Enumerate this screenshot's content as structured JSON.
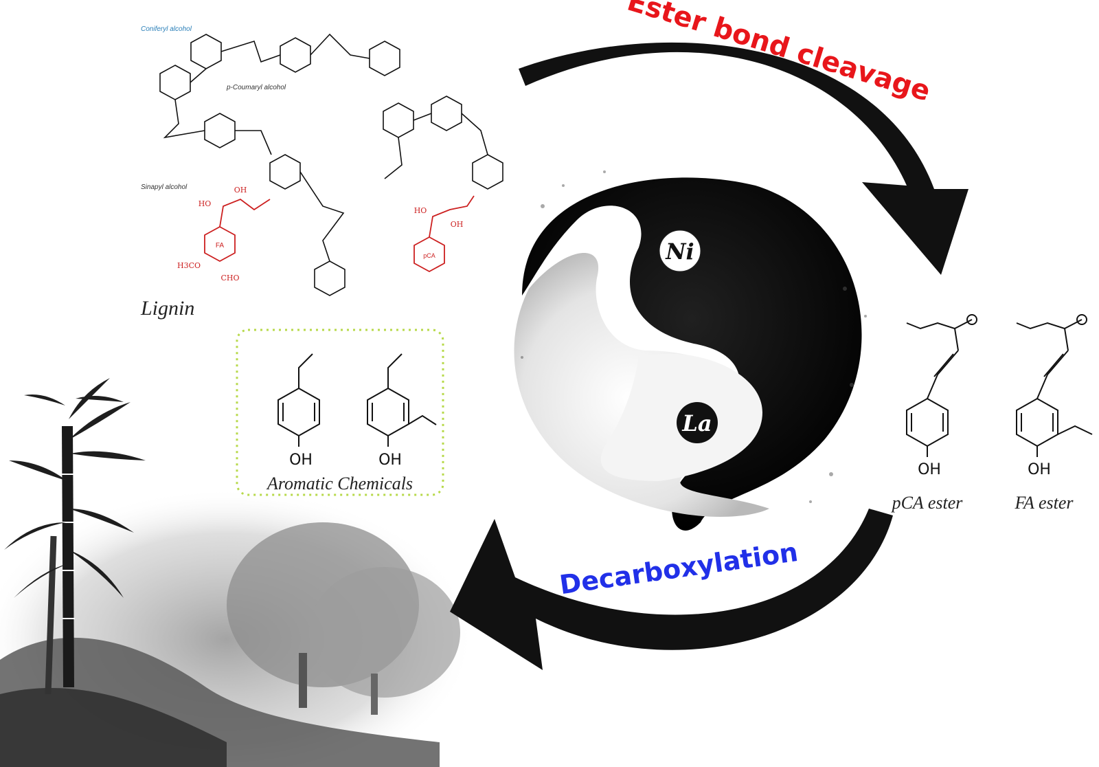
{
  "diagram": {
    "lignin_label": "Lignin",
    "aromatic_label": "Aromatic Chemicals",
    "top_arrow_label": "Ester bond cleavage",
    "bottom_arrow_label": "Decarboxylation",
    "metal_top": "Ni",
    "metal_bottom": "La",
    "ester_left_label": "pCA ester",
    "ester_right_label": "FA ester",
    "oh_label": "OH",
    "ring_label_fa": "FA",
    "ring_label_pca": "pCA",
    "substituent_oh": "OH",
    "substituent_ho": "HO",
    "substituent_h3co": "H3CO",
    "substituent_cho": "CHO",
    "colors": {
      "top_arrow_label": "#e8161b",
      "bottom_arrow_label": "#2130e8",
      "red_units": "#cc1f1f",
      "dashed_box": "#b7d94a",
      "arrow_fill": "#111111"
    }
  }
}
